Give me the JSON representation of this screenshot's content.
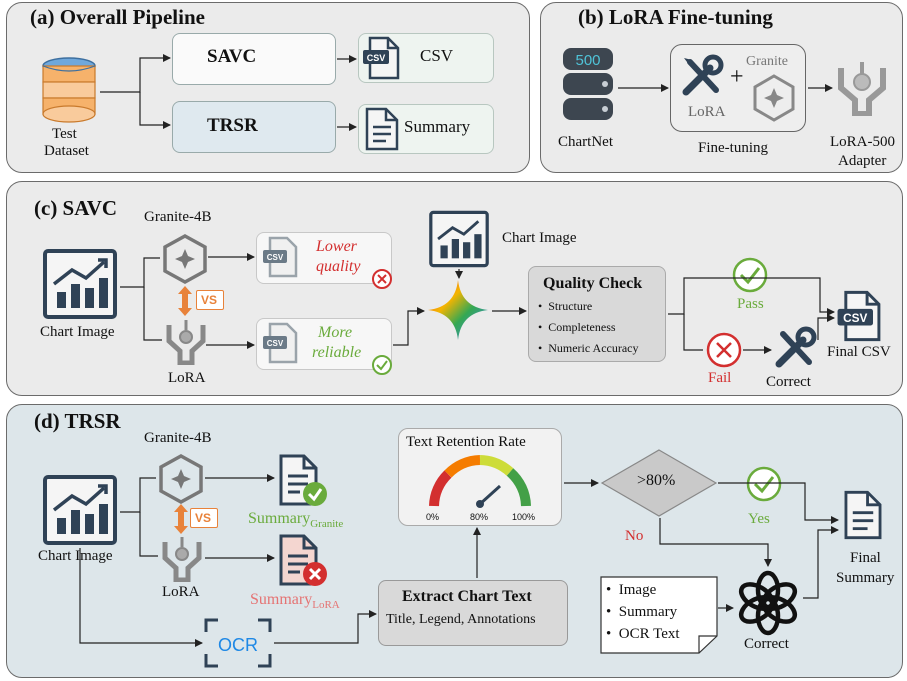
{
  "panel_a": {
    "title": "(a) Overall Pipeline",
    "dataset_label_1": "Test",
    "dataset_label_2": "Dataset",
    "savc": "SAVC",
    "trsr": "TRSR",
    "csv_icon_text": "CSV",
    "csv": "CSV",
    "summary": "Summary"
  },
  "panel_b": {
    "title": "(b) LoRA Fine-tuning",
    "db_count": "500",
    "chartnet": "ChartNet",
    "lora": "LoRA",
    "plus": "+",
    "granite": "Granite",
    "finetuning": "Fine-tuning",
    "adapter_1": "LoRA-500",
    "adapter_2": "Adapter"
  },
  "panel_c": {
    "title": "(c) SAVC",
    "granite": "Granite-4B",
    "vs": "VS",
    "chart_image_left": "Chart Image",
    "lora": "LoRA",
    "csv_icon_text": "CSV",
    "lower_1": "Lower",
    "lower_2": "quality",
    "more_1": "More",
    "more_2": "reliable",
    "chart_image_top": "Chart Image",
    "qc_title": "Quality Check",
    "qc_items": [
      "Structure",
      "Completeness",
      "Numeric Accuracy"
    ],
    "pass": "Pass",
    "fail": "Fail",
    "correct": "Correct",
    "final_csv": "Final CSV"
  },
  "panel_d": {
    "title": "(d) TRSR",
    "granite": "Granite-4B",
    "vs": "VS",
    "chart_image": "Chart Image",
    "lora": "LoRA",
    "summary_granite": "Summary",
    "summary_granite_sub": "Granite",
    "summary_lora": "Summary",
    "summary_lora_sub": "LoRA",
    "ocr": "OCR",
    "trr_title": "Text Retention Rate",
    "gauge_min": "0%",
    "gauge_mid": "80%",
    "gauge_max": "100%",
    "extract_title": "Extract Chart Text",
    "extract_sub": "Title, Legend, Annotations",
    "threshold": ">80%",
    "yes": "Yes",
    "no": "No",
    "note_items": [
      "Image",
      "Summary",
      "OCR Text"
    ],
    "correct": "Correct",
    "final_1": "Final",
    "final_2": "Summary"
  },
  "colors": {
    "panel_bg": "#ebebeb",
    "green": "#6aab3c",
    "red": "#d32f2f",
    "orange": "#e8823a",
    "icon_navy": "#2f4256"
  }
}
